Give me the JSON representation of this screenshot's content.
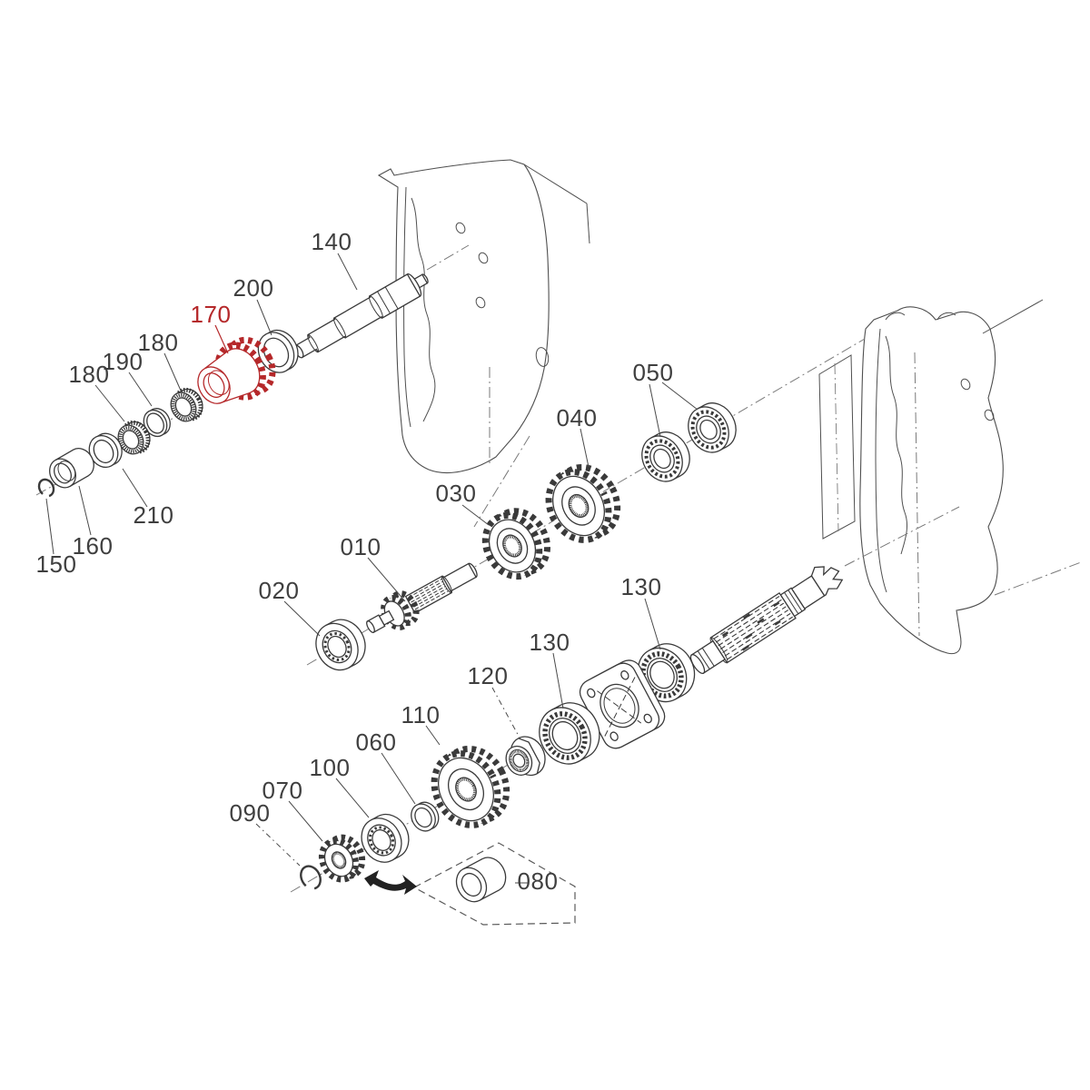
{
  "diagram": {
    "kind": "exploded-parts-diagram",
    "highlighted_label": "170",
    "colors": {
      "background": "#ffffff",
      "line": "#3a3a3a",
      "label": "#3f3f3f",
      "highlight": "#b5282a",
      "housing": "#4f4f4f",
      "centerline": "#7a7a7a"
    }
  },
  "labels": [
    {
      "id": "140",
      "text": "140",
      "highlighted": false
    },
    {
      "id": "200",
      "text": "200",
      "highlighted": false
    },
    {
      "id": "170",
      "text": "170",
      "highlighted": true
    },
    {
      "id": "180-a",
      "text": "180",
      "highlighted": false
    },
    {
      "id": "190",
      "text": "190",
      "highlighted": false
    },
    {
      "id": "180-b",
      "text": "180",
      "highlighted": false
    },
    {
      "id": "210",
      "text": "210",
      "highlighted": false
    },
    {
      "id": "160",
      "text": "160",
      "highlighted": false
    },
    {
      "id": "150",
      "text": "150",
      "highlighted": false
    },
    {
      "id": "050",
      "text": "050",
      "highlighted": false
    },
    {
      "id": "040",
      "text": "040",
      "highlighted": false
    },
    {
      "id": "030",
      "text": "030",
      "highlighted": false
    },
    {
      "id": "010",
      "text": "010",
      "highlighted": false
    },
    {
      "id": "020",
      "text": "020",
      "highlighted": false
    },
    {
      "id": "130-a",
      "text": "130",
      "highlighted": false
    },
    {
      "id": "130-b",
      "text": "130",
      "highlighted": false
    },
    {
      "id": "120",
      "text": "120",
      "highlighted": false
    },
    {
      "id": "110",
      "text": "110",
      "highlighted": false
    },
    {
      "id": "060",
      "text": "060",
      "highlighted": false
    },
    {
      "id": "100",
      "text": "100",
      "highlighted": false
    },
    {
      "id": "070",
      "text": "070",
      "highlighted": false
    },
    {
      "id": "090",
      "text": "090",
      "highlighted": false
    },
    {
      "id": "080",
      "text": "080",
      "highlighted": false
    }
  ]
}
